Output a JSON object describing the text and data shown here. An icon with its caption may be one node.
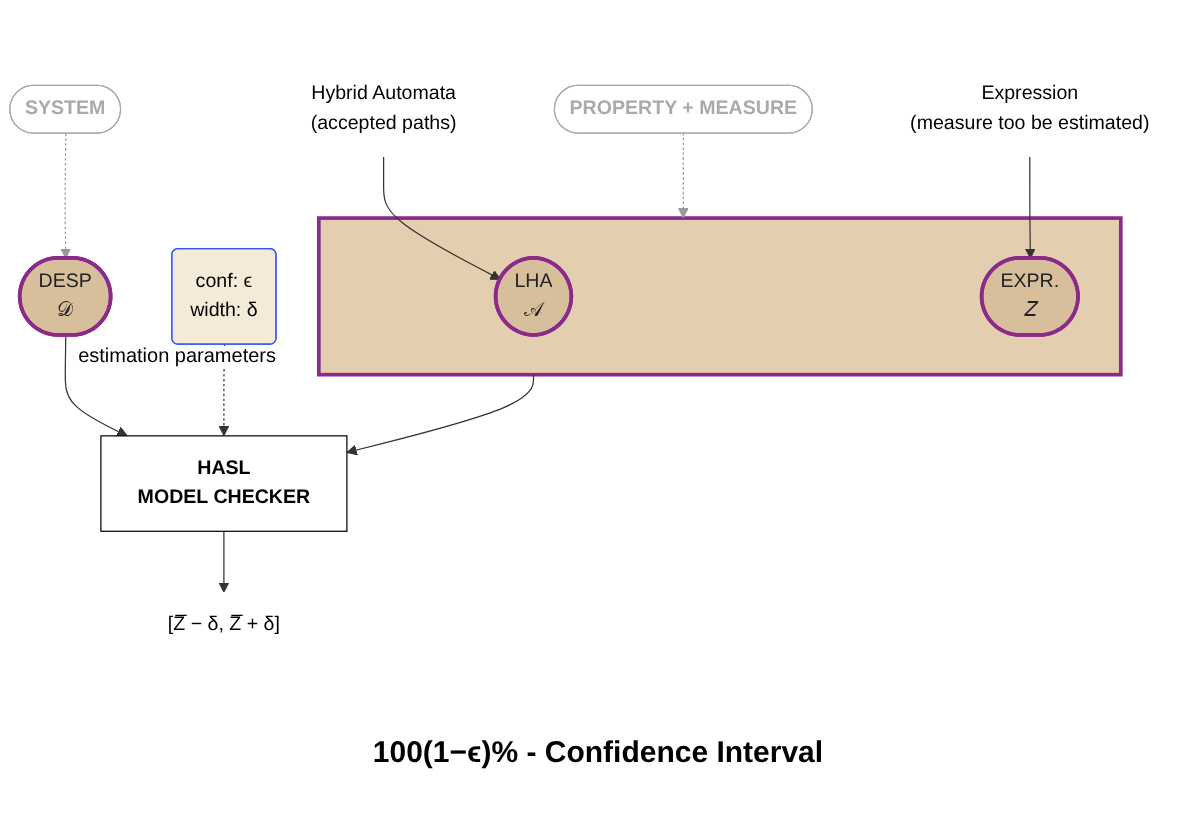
{
  "diagram": {
    "nodes": [
      {
        "text": [
          "SYSTEM"
        ]
      },
      {
        "text": [
          "PROPERTY + MEASURE"
        ]
      },
      {
        "text": [
          "DESP",
          "𝒟"
        ]
      },
      {
        "text": [],
        "shape": "box"
      },
      {
        "text": [
          "LHA",
          "𝒜"
        ],
        "in": 3
      },
      {
        "text": [
          "EXPR.",
          "𝑍"
        ],
        "in": 3
      },
      {
        "text": [
          "HASL",
          "MODEL CHECKER"
        ]
      },
      {
        "text": [
          "conf: ϵ",
          "width: δ"
        ],
        "beside": [
          "estimation parameters"
        ]
      },
      {
        "text": [
          "[Z̅ − δ, Z̅ + δ]"
        ]
      },
      {
        "text": [
          "Hybrid Automata",
          "(accepted paths)"
        ]
      },
      {
        "text": [
          "Expression",
          "(measure too be estimated)"
        ]
      }
    ],
    "edges": [
      {
        "from": 0,
        "to": 2,
        "arrow": "to",
        "style": "dashed",
        "color": "#999999"
      },
      {
        "from": 1,
        "to": 3,
        "arrow": "to",
        "style": "dashed",
        "color": "#999999"
      },
      {
        "from": 2,
        "to": 6,
        "arrow": "to"
      },
      {
        "from": 3,
        "to": 6,
        "arrow": "to"
      },
      {
        "from": 7,
        "to": 6,
        "arrow": "to",
        "style": "dashed"
      },
      {
        "from": 6,
        "to": 8,
        "arrow": "to"
      },
      {
        "from": 9,
        "to": 4,
        "arrow": "to"
      },
      {
        "from": 10,
        "to": 5,
        "arrow": "to"
      }
    ],
    "labels": [
      "100(1−ϵ)% - Confidence Interval"
    ]
  }
}
